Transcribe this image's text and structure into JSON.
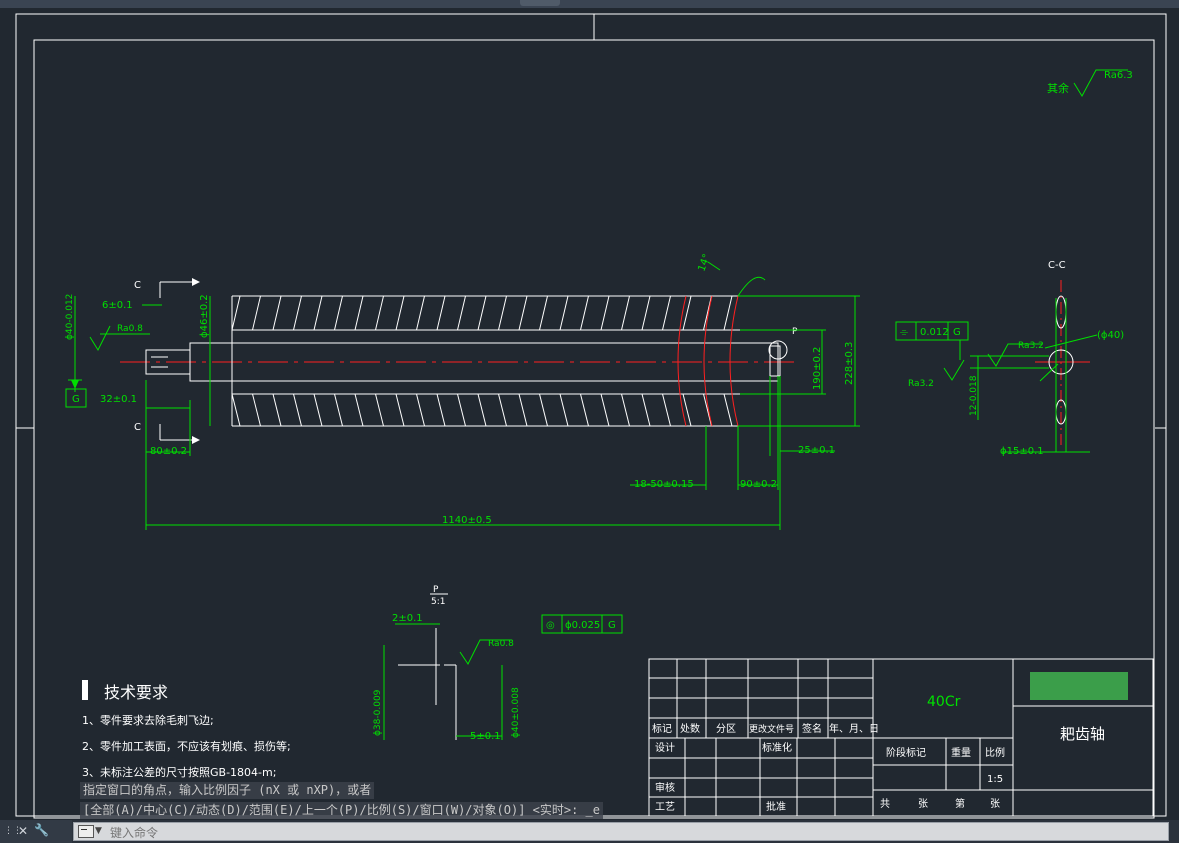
{
  "drawing": {
    "roughness_note_label": "其余",
    "roughness_note_value": "Ra6.3",
    "main_view": {
      "section_label_c": "C",
      "dims": {
        "d6": "6±0.1",
        "d32": "32±0.1",
        "d80": "80±0.2",
        "d1140": "1140±0.5",
        "d18_50": "18-50±0.15",
        "d90": "90±0.2",
        "d25": "25±0.1",
        "d190": "190±0.2",
        "d228": "228±0.3",
        "phi46": "ϕ46±0.2",
        "phi40_tol": "ϕ40-0.012",
        "angle": "14°",
        "ra08": "Ra0.8",
        "datum": "G",
        "detail_ref": "P"
      }
    },
    "section_cc": {
      "title": "C-C",
      "phi40": "(ϕ40)",
      "ra32a": "Ra3.2",
      "ra32b": "Ra3.2",
      "tol_symbol": "⌯",
      "tol_value": "0.012",
      "tol_datum": "G",
      "dim12": "12-0.018",
      "phi15": "ϕ15±0.1"
    },
    "detail_p": {
      "title": "P",
      "scale": "5:1",
      "dim2": "2±0.1",
      "dim5": "5±0.1",
      "ra08": "Ra0.8",
      "phi38": "ϕ38-0.009",
      "phi40": "ϕ40±0.008",
      "tol_symbol": "◎",
      "tol_value": "ϕ0.025",
      "tol_datum": "G"
    },
    "tech_req": {
      "title": "技术要求",
      "items": [
        "1、零件要求去除毛刺飞边;",
        "2、零件加工表面，不应该有划痕、损伤等;",
        "3、未标注公差的尺寸按照GB-1804-m;"
      ]
    },
    "title_block": {
      "material": "40Cr",
      "part_name": "耙齿轴",
      "scale": "1:5",
      "headers": [
        "标记",
        "处数",
        "分区",
        "更改文件号",
        "签名",
        "年、月、日"
      ],
      "design": "设计",
      "standardize": "标准化",
      "review": "审核",
      "process": "工艺",
      "approve": "批准",
      "stage_mark": "阶段标记",
      "weight": "重量",
      "ratio": "比例",
      "sheets_total": "共",
      "sheets_unit": "张",
      "sheet_no": "第",
      "sheet_unit2": "张"
    }
  },
  "command": {
    "history_line1": "指定窗口的角点，输入比例因子 (nX 或 nXP)，或者",
    "history_line2": "[全部(A)/中心(C)/动态(D)/范围(E)/上一个(P)/比例(S)/窗口(W)/对象(O)] <实时>: _e",
    "placeholder": "键入命令",
    "close_symbol": "✕",
    "wrench_symbol": "🔧"
  },
  "colors": {
    "background": "#212830",
    "line_white": "#ffffff",
    "line_green": "#00e000",
    "line_red": "#ff2020"
  }
}
